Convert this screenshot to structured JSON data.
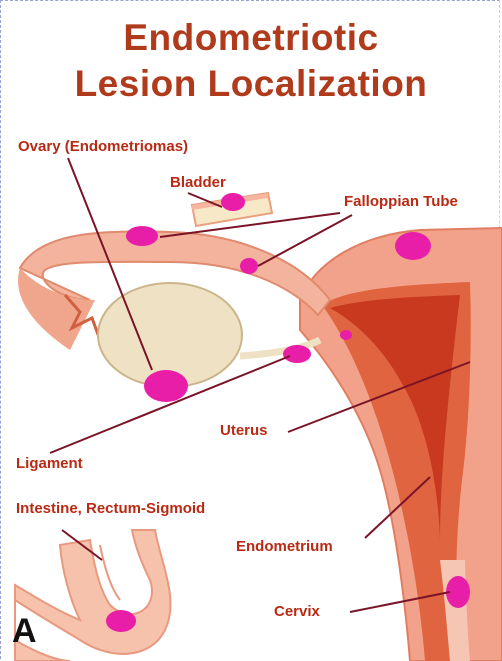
{
  "title": {
    "line1": "Endometriotic",
    "line2": "Lesion Localization"
  },
  "labels": {
    "ovary": "Ovary (Endometriomas)",
    "bladder": "Bladder",
    "fallopian_tube": "Falloppian Tube",
    "uterus": "Uterus",
    "ligament": "Ligament",
    "intestine": "Intestine, Rectum-Sigmoid",
    "endometrium": "Endometrium",
    "cervix": "Cervix"
  },
  "panel_label": "A",
  "colors": {
    "title": "#b03a1c",
    "label": "#b82a14",
    "leader_line": "#7a1426",
    "lesion": "#e91ea8",
    "uterus_outer": "#f2a28a",
    "uterus_inner": "#d9482a",
    "ovary": "#efe2c4",
    "tube": "#f3b39c",
    "intestine": "#f6c2ac"
  }
}
